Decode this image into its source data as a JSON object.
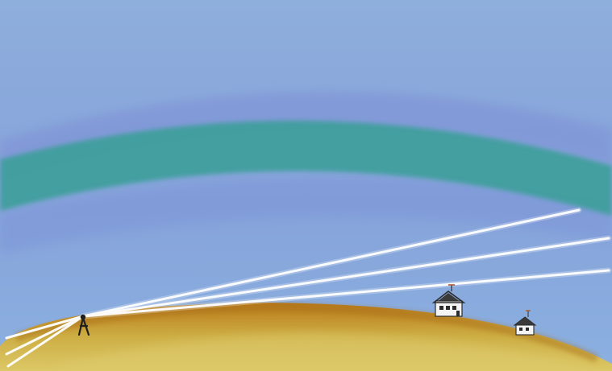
{
  "scene": {
    "subject": "illustration",
    "elements": [
      "sky",
      "ionosphere-layer",
      "radio-beams",
      "earth-curve",
      "radio-tower",
      "house",
      "small-house"
    ]
  },
  "colors": {
    "sky": "#88a8d8",
    "sky_band": "#7f93d6",
    "layer": "#3e9e9c",
    "beam": "#ffffff",
    "ground_top": "#b97d1f",
    "ground_mid": "#c9a23a",
    "ground_low": "#d6c25a",
    "ground_edge": "#e7db82"
  }
}
